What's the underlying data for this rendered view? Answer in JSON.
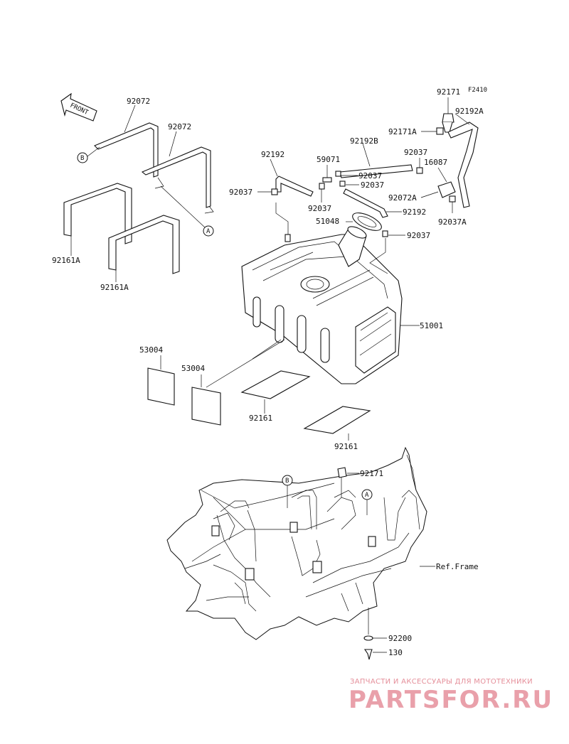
{
  "diagram_code": "F2410",
  "front_label": "FRONT",
  "callouts": {
    "a": "A",
    "b": "B"
  },
  "part_labels": {
    "p92072_a": "92072",
    "p92072_b": "92072",
    "p92161A_a": "92161A",
    "p92161A_b": "92161A",
    "p92192_top": "92192",
    "p92037_left": "92037",
    "p59071": "59071",
    "p92192B": "92192B",
    "p92037_m1": "92037",
    "p92037_m2": "92037",
    "p92037_m3": "92037",
    "p92192_mid": "92192",
    "p51048": "51048",
    "p92037_m4": "92037",
    "p92171": "92171",
    "p92171A": "92171A",
    "p92192A": "92192A",
    "p92037_r": "92037",
    "p16087": "16087",
    "p92072A": "92072A",
    "p92037A": "92037A",
    "p51001": "51001",
    "p53004_a": "53004",
    "p53004_b": "53004",
    "p92161_a": "92161",
    "p92161_b": "92161",
    "p92171_low": "92171",
    "ref_frame": "Ref.Frame",
    "p92200": "92200",
    "p130": "130"
  },
  "watermark": {
    "tagline": "ЗАПЧАСТИ И АКСЕССУАРЫ ДЛЯ МОТОТЕХНИКИ",
    "brand": "PARTSFOR.RU"
  },
  "colors": {
    "line": "#111111",
    "watermark": "#e9a0aa"
  }
}
